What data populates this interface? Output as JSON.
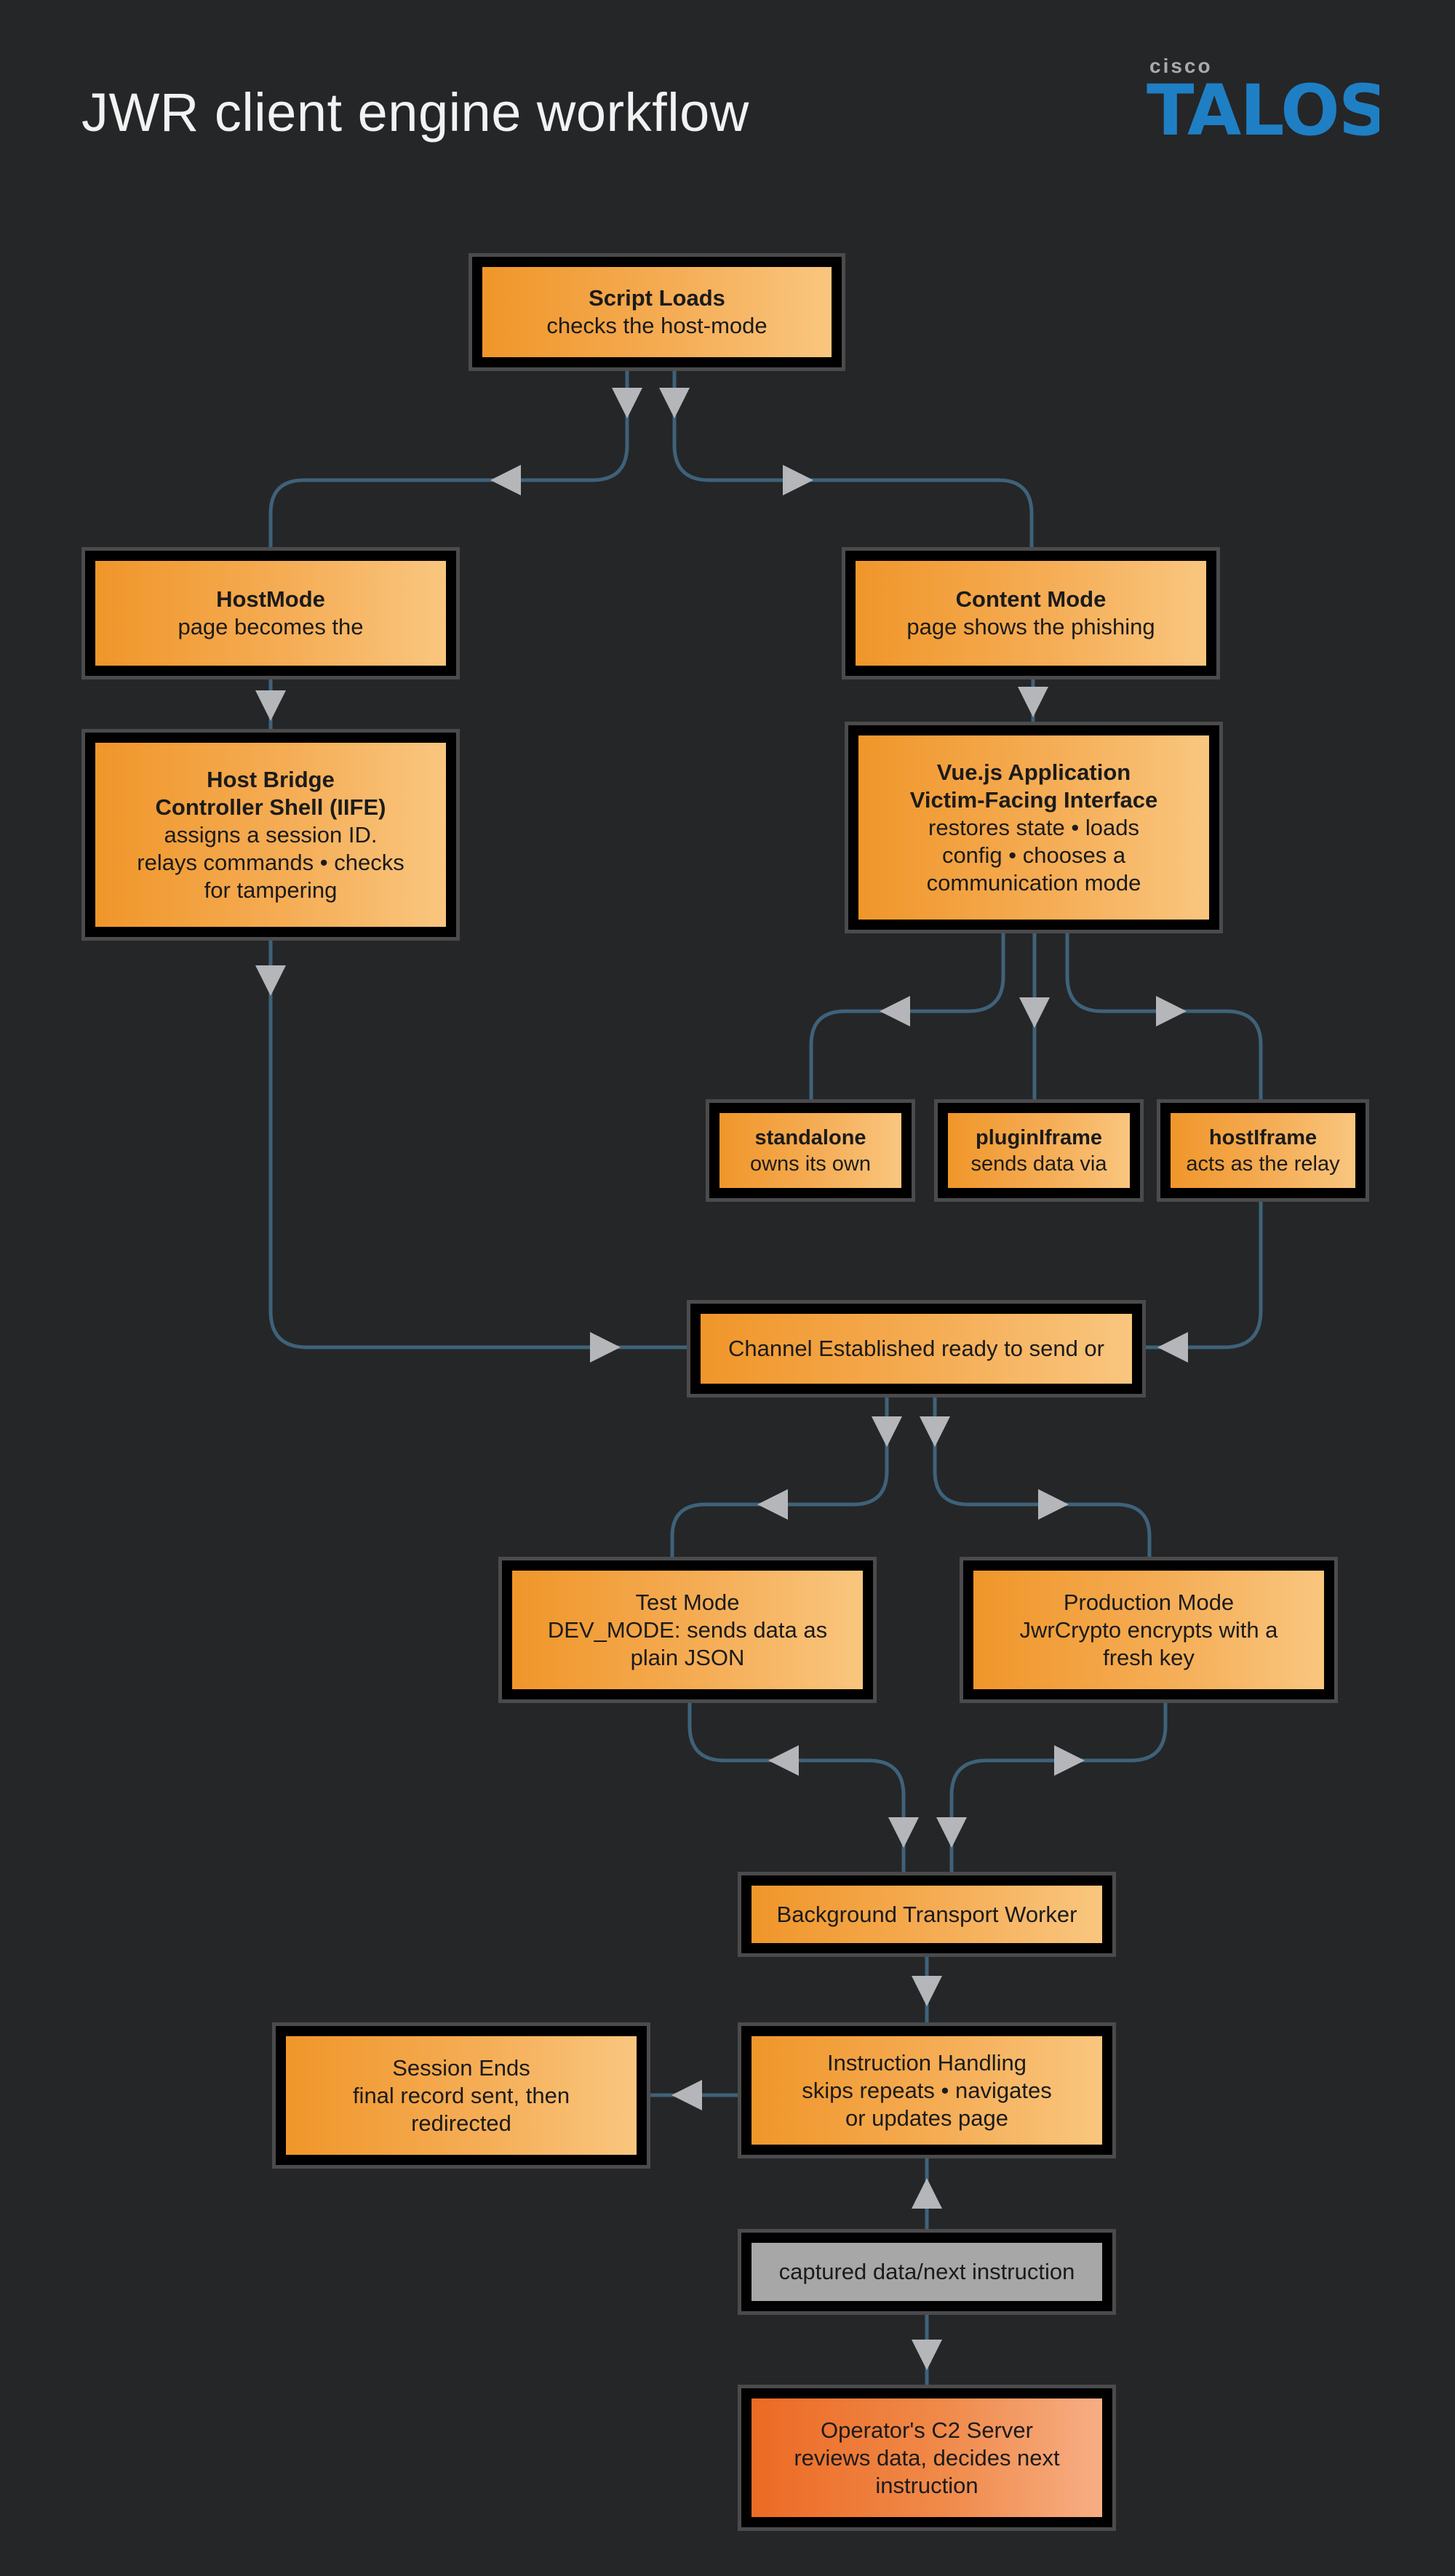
{
  "header": {
    "title": "JWR client engine workflow",
    "logo_top": "cisco",
    "logo_bottom": "TALOS"
  },
  "colors": {
    "background": "#252628",
    "connector": "#3e6279",
    "arrow": "#b4b6b9",
    "node_fill": "#f0962a",
    "node_border": "#4b4b4d",
    "logo": "#1f7fc4"
  },
  "nodes": {
    "script_loads": {
      "title": "Script Loads",
      "desc": "checks the host-mode"
    },
    "host_mode": {
      "title": "HostMode",
      "desc": "page becomes the"
    },
    "content_mode": {
      "title": "Content Mode",
      "desc": "page shows the phishing"
    },
    "host_bridge": {
      "title1": "Host Bridge",
      "title2": "Controller Shell (IIFE)",
      "desc1": "assigns a session ID.",
      "desc2": "relays commands • checks",
      "desc3": "for tampering"
    },
    "vue_app": {
      "title1": "Vue.js Application",
      "title2": "Victim-Facing Interface",
      "desc1": "restores state • loads",
      "desc2": "config • chooses a",
      "desc3": "communication mode"
    },
    "standalone": {
      "title": "standalone",
      "desc": "owns its own"
    },
    "plugin_iframe": {
      "title": "pluginIframe",
      "desc": "sends data via"
    },
    "host_iframe": {
      "title": "hostIframe",
      "desc": "acts as the relay"
    },
    "channel": {
      "text": "Channel Established ready to send or"
    },
    "test_mode": {
      "line1": "Test Mode",
      "line2": "DEV_MODE: sends data as",
      "line3": "plain JSON"
    },
    "production_mode": {
      "line1": "Production Mode",
      "line2": "JwrCrypto encrypts with a",
      "line3": "fresh key"
    },
    "transport_worker": {
      "text": "Background Transport Worker"
    },
    "session_ends": {
      "line1": "Session Ends",
      "line2": "final record sent, then",
      "line3": "redirected"
    },
    "instruction_handling": {
      "line1": "Instruction Handling",
      "line2": "skips repeats • navigates",
      "line3": "or updates page"
    },
    "captured_data": {
      "text": "captured data/next instruction"
    },
    "c2_server": {
      "line1": "Operator's C2 Server",
      "line2": "reviews data, decides next",
      "line3": "instruction"
    }
  }
}
